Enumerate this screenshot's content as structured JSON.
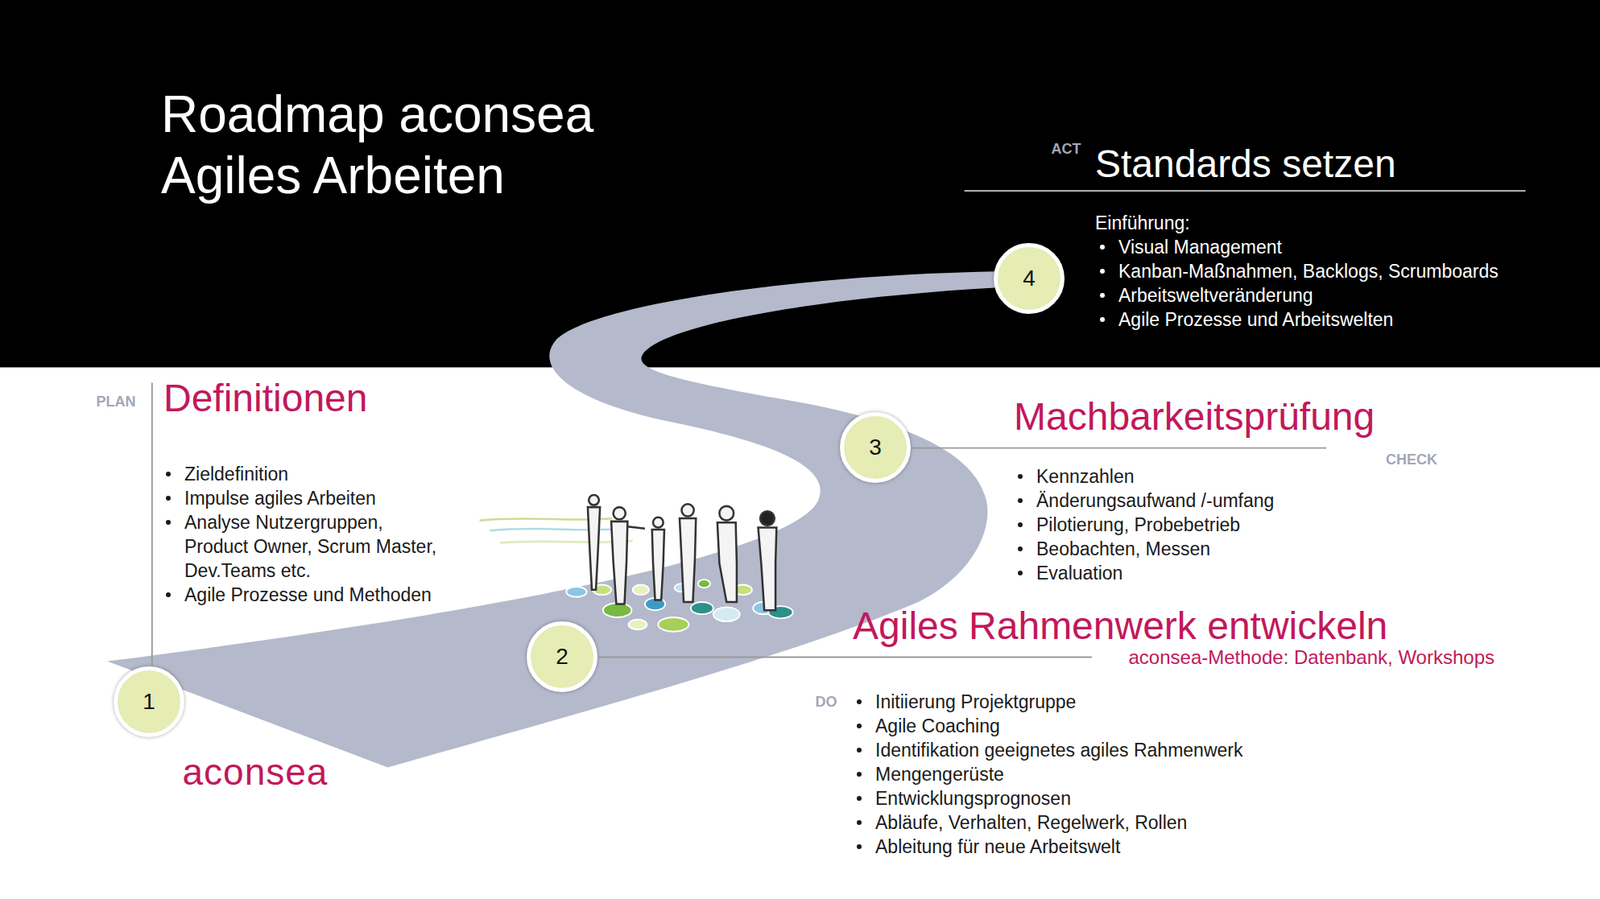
{
  "diagram": {
    "title": "Roadmap aconsea Agiles Arbeiten",
    "nodes": [
      {
        "text": [
          "1"
        ]
      },
      {
        "text": [
          "2"
        ]
      },
      {
        "text": [
          "3"
        ]
      },
      {
        "text": [
          "4"
        ]
      }
    ],
    "labels": [
      "PLAN",
      "Definitionen",
      "Zieldefinition",
      "Impulse agiles Arbeiten",
      "Analyse Nutzergruppen, Product Owner, Scrum Master, Dev.Teams etc.",
      "Agile Prozesse und Methoden",
      "DO",
      "Agiles Rahmenwerk entwickeln",
      "aconsea-Methode: Datenbank, Workshops",
      "Initiierung Projektgruppe",
      "Agile Coaching",
      "Identifikation geeignetes agiles Rahmenwerk",
      "Mengengerüste",
      "Entwicklungsprognosen",
      "Abläufe, Verhalten, Regelwerk, Rollen",
      "Ableitung für neue Arbeitswelt",
      "CHECK",
      "Machbarkeitsprüfung",
      "Kennzahlen",
      "Änderungsaufwand /-umfang",
      "Pilotierung, Probebetrieb",
      "Beobachten, Messen",
      "Evaluation",
      "ACT",
      "Standards setzen",
      "Einführung:",
      "Visual Management",
      "Kanban-Maßnahmen, Backlogs, Scrumboards",
      "Arbeitsweltveränderung",
      "Agile Prozesse und Arbeitswelten",
      "aconsea"
    ]
  }
}
